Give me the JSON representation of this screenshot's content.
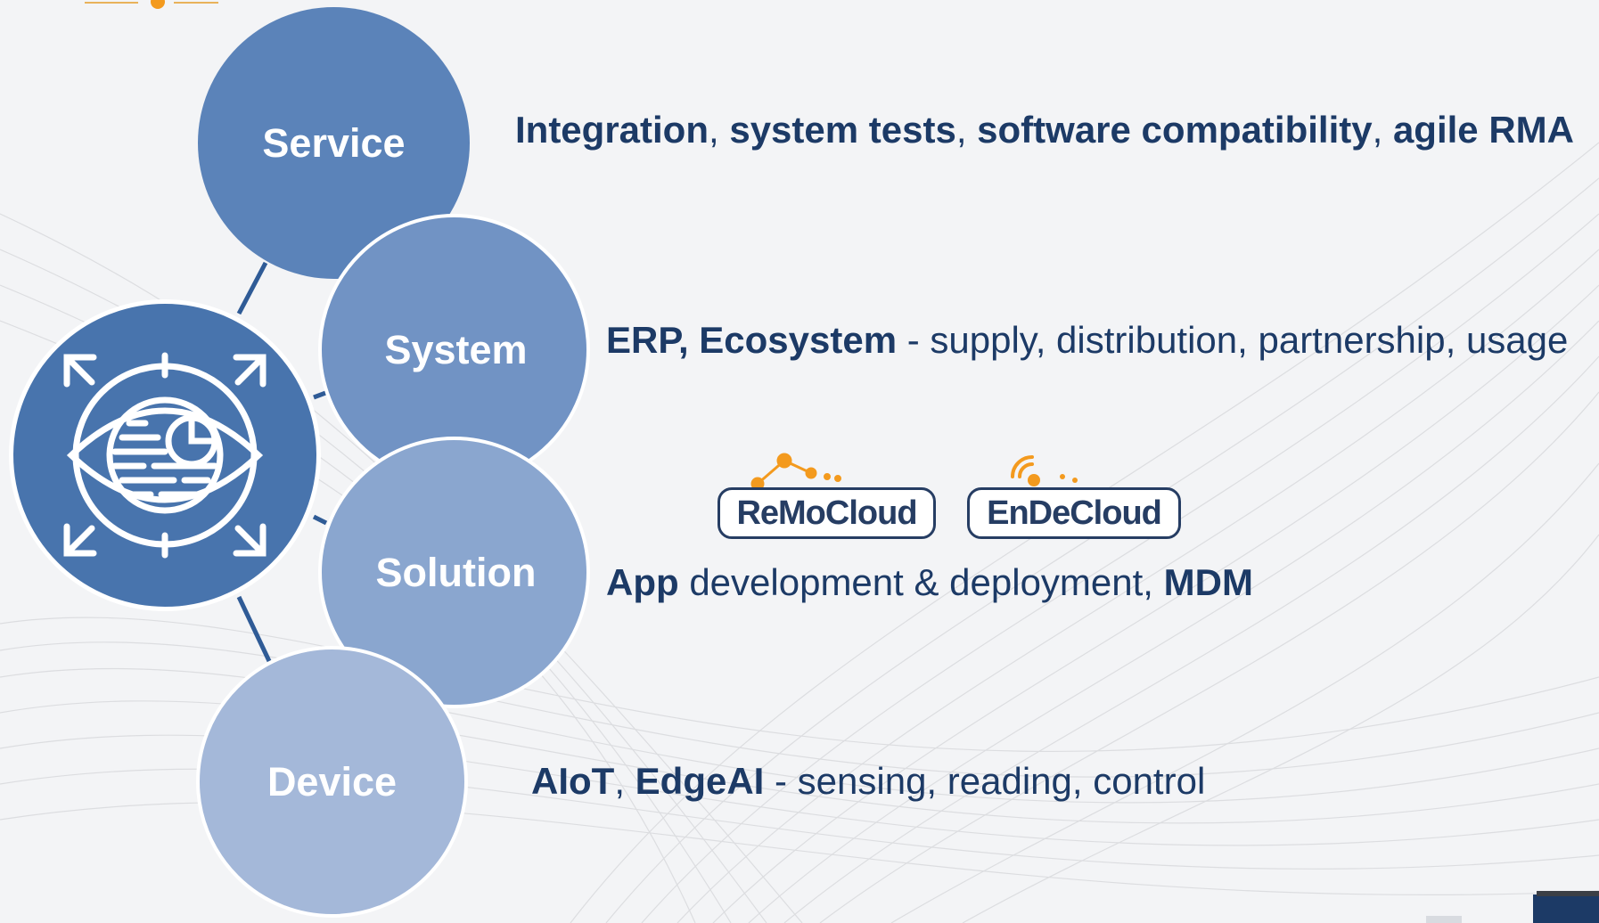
{
  "colors": {
    "text_dark": "#1c3a66",
    "service": "#5b83b9",
    "system": "#7193c4",
    "solution": "#8aa6cf",
    "device": "#a4b8d9",
    "center": "#4874ad",
    "accent_orange": "#f39a1e"
  },
  "circles": {
    "service": "Service",
    "system": "System",
    "solution": "Solution",
    "device": "Device"
  },
  "center_icon": "eye-analytics-icon",
  "descriptions": {
    "service": {
      "p1": "Integration",
      "s1": ", ",
      "p2": "system tests",
      "s2": ", ",
      "p3": "software compatibility",
      "s3": ", ",
      "p4": "agile RMA"
    },
    "system": {
      "bold": "ERP, Ecosystem",
      "rest": " - supply, distribution, partnership, usage"
    },
    "solution": {
      "bold1": "App",
      "mid": " development & deployment, ",
      "bold2": "MDM"
    },
    "device": {
      "b1": "AIoT",
      "sep": ", ",
      "b2": "EdgeAI",
      "rest": " - sensing, reading, control"
    }
  },
  "logos": {
    "remocloud": "ReMoCloud",
    "endecloud": "EnDeCloud"
  }
}
